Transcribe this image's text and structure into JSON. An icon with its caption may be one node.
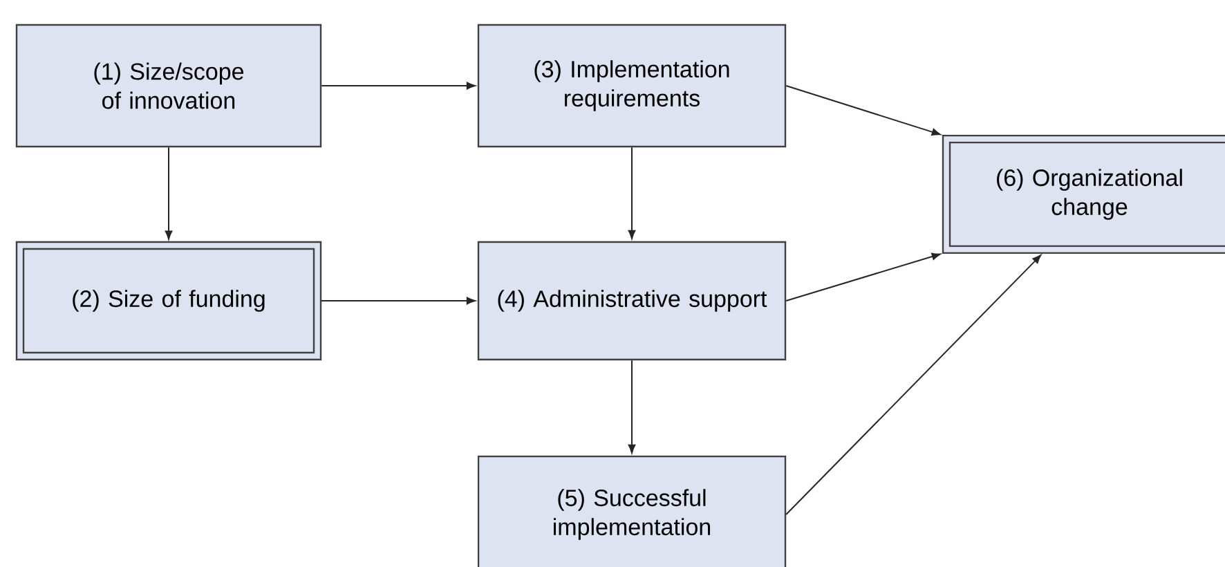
{
  "diagram": {
    "nodes": [
      {
        "text": [
          "(1) Size/scope of innovation"
        ]
      },
      {
        "text": [
          "(2) Size of funding"
        ]
      },
      {
        "text": [
          "(3) Implementation requirements"
        ]
      },
      {
        "text": [
          "(4) Administrative support"
        ]
      },
      {
        "text": [
          "(5) Successful implementation"
        ]
      },
      {
        "text": [
          "(6) Organizational change"
        ]
      }
    ],
    "edges": [
      {
        "from": 0,
        "to": 2,
        "arrow": "to"
      },
      {
        "from": 0,
        "to": 1,
        "arrow": "to"
      },
      {
        "from": 1,
        "to": 3,
        "arrow": "to"
      },
      {
        "from": 2,
        "to": 3,
        "arrow": "to"
      },
      {
        "from": 2,
        "to": 5,
        "arrow": "to"
      },
      {
        "from": 3,
        "to": 5,
        "arrow": "to"
      },
      {
        "from": 3,
        "to": 4,
        "arrow": "to"
      },
      {
        "from": 4,
        "to": 5,
        "arrow": "to"
      }
    ]
  }
}
